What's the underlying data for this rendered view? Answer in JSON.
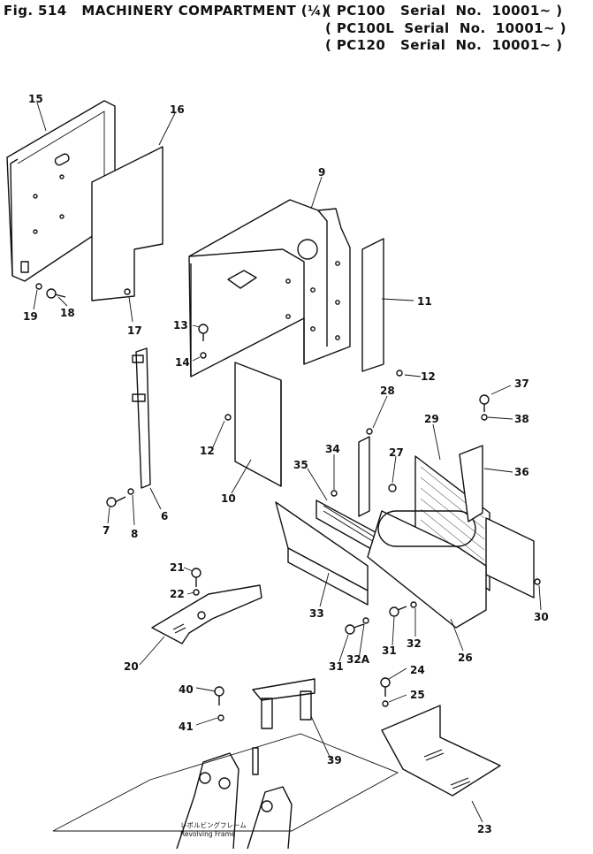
{
  "header": {
    "title": "Fig. 514   MACHINERY COMPARTMENT (¼)",
    "serials": [
      "( PC100   Serial  No.  10001~ )",
      "( PC100L  Serial  No.  10001~ )",
      "( PC120   Serial  No.  10001~ )"
    ]
  },
  "part_labels": [
    "15",
    "16",
    "9",
    "11",
    "12",
    "13",
    "14",
    "17",
    "19",
    "18",
    "12",
    "10",
    "6",
    "7",
    "8",
    "28",
    "27",
    "29",
    "37",
    "38",
    "36",
    "34",
    "35",
    "33",
    "30",
    "26",
    "32",
    "31",
    "32A",
    "31",
    "21",
    "22",
    "20",
    "40",
    "41",
    "39",
    "24",
    "25",
    "23"
  ],
  "frame_caption": {
    "japanese": "レボルビングフレーム",
    "english": "Revolving Frame"
  }
}
